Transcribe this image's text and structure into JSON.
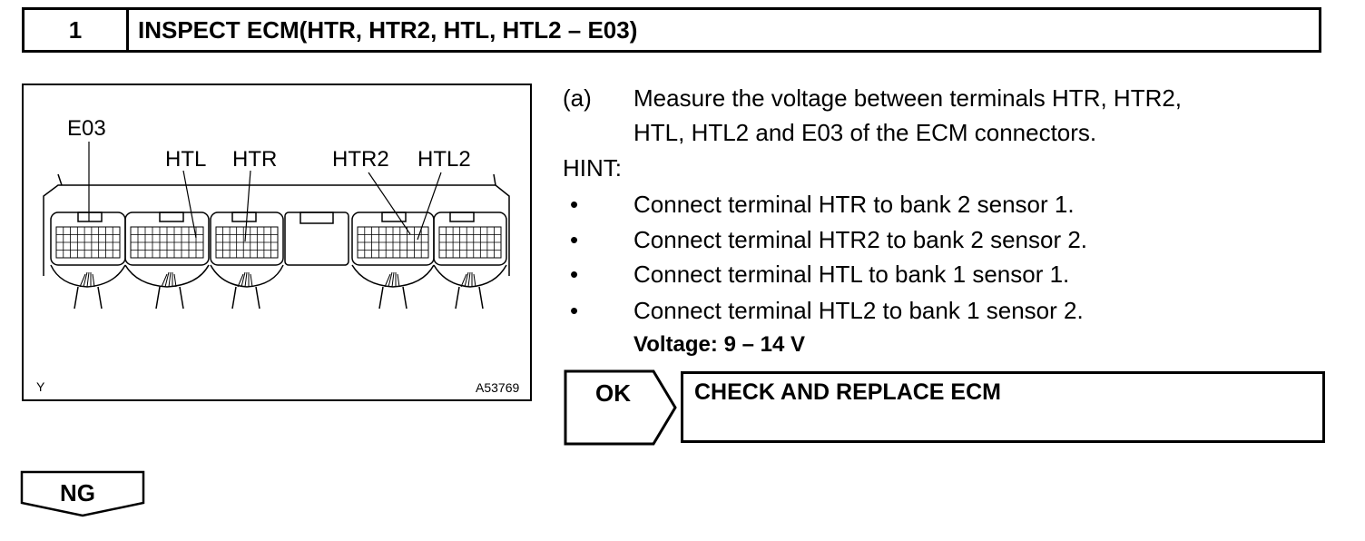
{
  "step": {
    "number": "1",
    "title": "INSPECT ECM(HTR, HTR2, HTL, HTL2 – E03)"
  },
  "figure": {
    "labels": {
      "e03": "E03",
      "htl": "HTL",
      "htr": "HTR",
      "htr2": "HTR2",
      "htl2": "HTL2"
    },
    "corner_left": "Y",
    "corner_right": "A53769"
  },
  "instruction": {
    "marker": "(a)",
    "line1": "Measure the voltage between terminals HTR, HTR2,",
    "line2": "HTL, HTL2 and E03 of the ECM connectors."
  },
  "hint": {
    "label": "HINT:",
    "items": [
      "Connect terminal HTR to bank 2 sensor 1.",
      "Connect terminal HTR2 to bank 2 sensor 2.",
      "Connect terminal HTL to bank 1 sensor 1.",
      "Connect terminal HTL2 to bank 1 sensor 2."
    ],
    "bullet": "•"
  },
  "spec": "Voltage: 9 – 14 V",
  "ok": {
    "label": "OK",
    "action": "CHECK AND REPLACE ECM"
  },
  "ng": {
    "label": "NG"
  }
}
